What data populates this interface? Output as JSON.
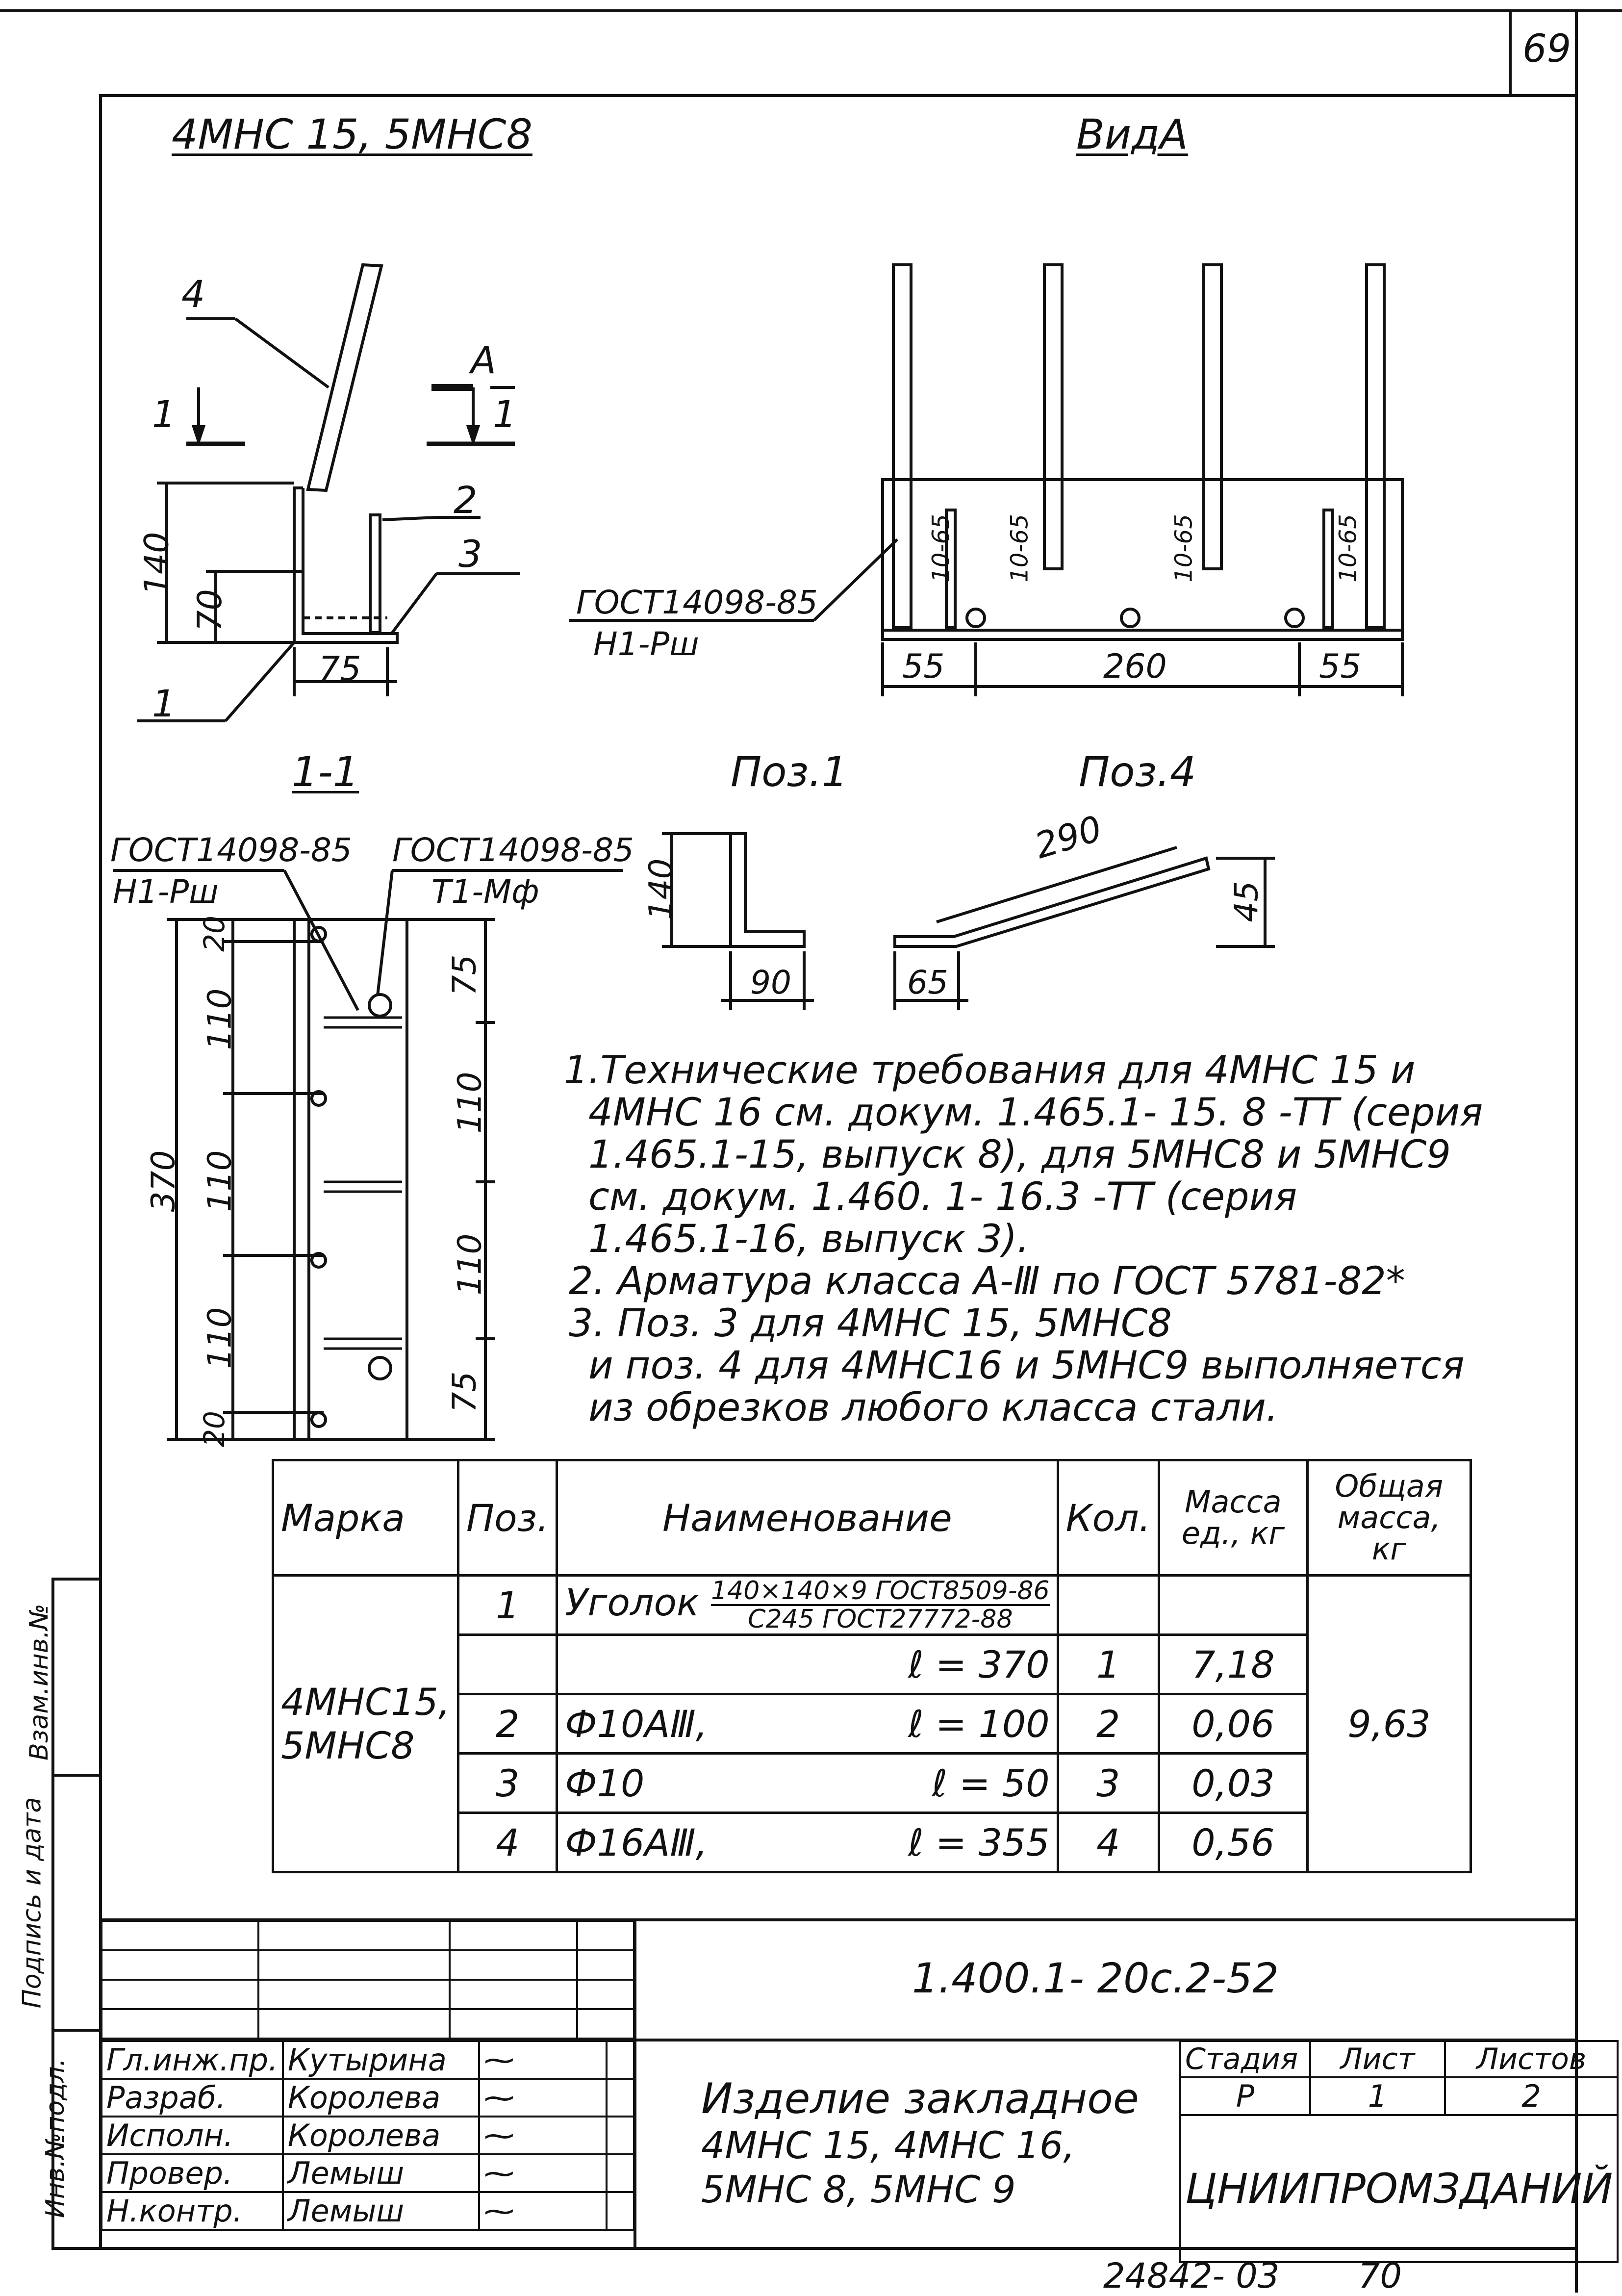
{
  "page": {
    "number": "69",
    "footer_code": "24842- 03",
    "footer_page": "70"
  },
  "views": {
    "main_title": "4МНС 15, 5МНС8",
    "view_a_title": "ВидА",
    "section_title": "1-1",
    "pos1_title": "Поз.1",
    "pos4_title": "Поз.4"
  },
  "callouts": {
    "c4": "4",
    "c1a": "1",
    "c1b": "1",
    "cA": "А",
    "c1c": "1",
    "c2": "2",
    "c3": "3",
    "weld_main_std": "ГОСТ14098-85",
    "weld_main_type": "Н1-Рш",
    "weld_left_std": "ГОСТ14098-85",
    "weld_left_type": "Н1-Рш",
    "weld_right_std": "ГОСТ14098-85",
    "weld_right_type": "Т1-Мф"
  },
  "dimensions": {
    "d140": "140",
    "d70": "70",
    "d75": "75",
    "d55a": "55",
    "d260": "260",
    "d55b": "55",
    "d10_65": "10-65",
    "d20a": "20",
    "d110a": "110",
    "d110b": "110",
    "d110c": "110",
    "d20b": "20",
    "d370": "370",
    "d75r": "75",
    "d110r1": "110",
    "d110r2": "110",
    "d75r2": "75",
    "p1_140": "140",
    "p1_90": "90",
    "p4_290": "290",
    "p4_45": "45",
    "p4_65": "65"
  },
  "notes": [
    "1.Технические требования для 4МНС 15 и",
    "4МНС 16 см. докум. 1.465.1- 15. 8 -ТТ (серия",
    "1.465.1-15, выпуск 8), для 5МНС8 и 5МНС9",
    "см. докум. 1.460. 1- 16.3 -ТТ (серия",
    "1.465.1-16, выпуск 3).",
    "2. Арматура класса А-Ⅲ по ГОСТ 5781-82*",
    "3. Поз. 3 для 4МНС 15, 5МНС8",
    "и поз. 4 для 4МНС16 и 5МНС9 выполняется",
    "из обрезков любого класса стали."
  ],
  "spec_table": {
    "headers": [
      "Марка",
      "Поз.",
      "Наименование",
      "Кол.",
      "Масса ед., кг",
      "Общая масса, кг"
    ],
    "mark": "4МНС15, 5МНС8",
    "total_mass": "9,63",
    "rows": [
      {
        "pos": "1",
        "name": "Уголок",
        "name_top": "140×140×9 ГОСТ8509-86",
        "name_bot": "С245 ГОСТ27772-88",
        "len": "",
        "qty": "",
        "mass": ""
      },
      {
        "pos": "",
        "name": "",
        "name_top": "",
        "name_bot": "",
        "len": "ℓ = 370",
        "qty": "1",
        "mass": "7,18"
      },
      {
        "pos": "2",
        "name": "Ф10АⅢ,",
        "name_top": "",
        "name_bot": "",
        "len": "ℓ = 100",
        "qty": "2",
        "mass": "0,06"
      },
      {
        "pos": "3",
        "name": "Ф10",
        "name_top": "",
        "name_bot": "",
        "len": "ℓ = 50",
        "qty": "3",
        "mass": "0,03"
      },
      {
        "pos": "4",
        "name": "Ф16АⅢ,",
        "name_top": "",
        "name_bot": "",
        "len": "ℓ = 355",
        "qty": "4",
        "mass": "0,56"
      }
    ]
  },
  "title_block": {
    "doc_code": "1.400.1- 20с.2-52",
    "item_title_1": "Изделие закладное",
    "item_title_2": "4МНС 15, 4МНС 16,",
    "item_title_3": "5МНС 8, 5МНС 9",
    "stage_label": "Стадия",
    "sheet_label": "Лист",
    "sheets_label": "Листов",
    "stage": "Р",
    "sheet": "1",
    "sheets": "2",
    "org": "ЦНИИПРОМЗДАНИЙ",
    "roles": [
      {
        "role": "Гл.инж.пр.",
        "name": "Кутырина"
      },
      {
        "role": "Разраб.",
        "name": "Королева"
      },
      {
        "role": "Исполн.",
        "name": "Королева"
      },
      {
        "role": "Провер.",
        "name": "Лемыш"
      },
      {
        "role": "Н.контр.",
        "name": "Лемыш"
      }
    ],
    "side_labels": [
      "Инв.№подл.",
      "Подпись и дата",
      "Взам.инв.№"
    ]
  }
}
